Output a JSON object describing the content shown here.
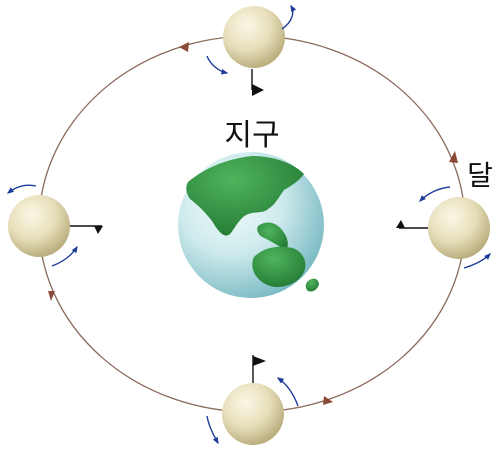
{
  "labels": {
    "earth": "지구",
    "moon": "달"
  },
  "colors": {
    "orbit": "#8b6a5e",
    "orbit_arrow": "#8a4a36",
    "rotation_arrow": "#1f3c9a",
    "flag": "#111111",
    "moon_light": "#f8f3dc",
    "moon_dark": "#b9ad7d",
    "earth_ocean_light": "#eef8f8",
    "earth_ocean_dark": "#8cc8cf",
    "earth_land": "#2f8f3f"
  },
  "icons": {
    "orbit_direction": "counterclockwise",
    "moon_rotation": "curved-arrow-icon",
    "flag_marker": "flag-icon"
  }
}
